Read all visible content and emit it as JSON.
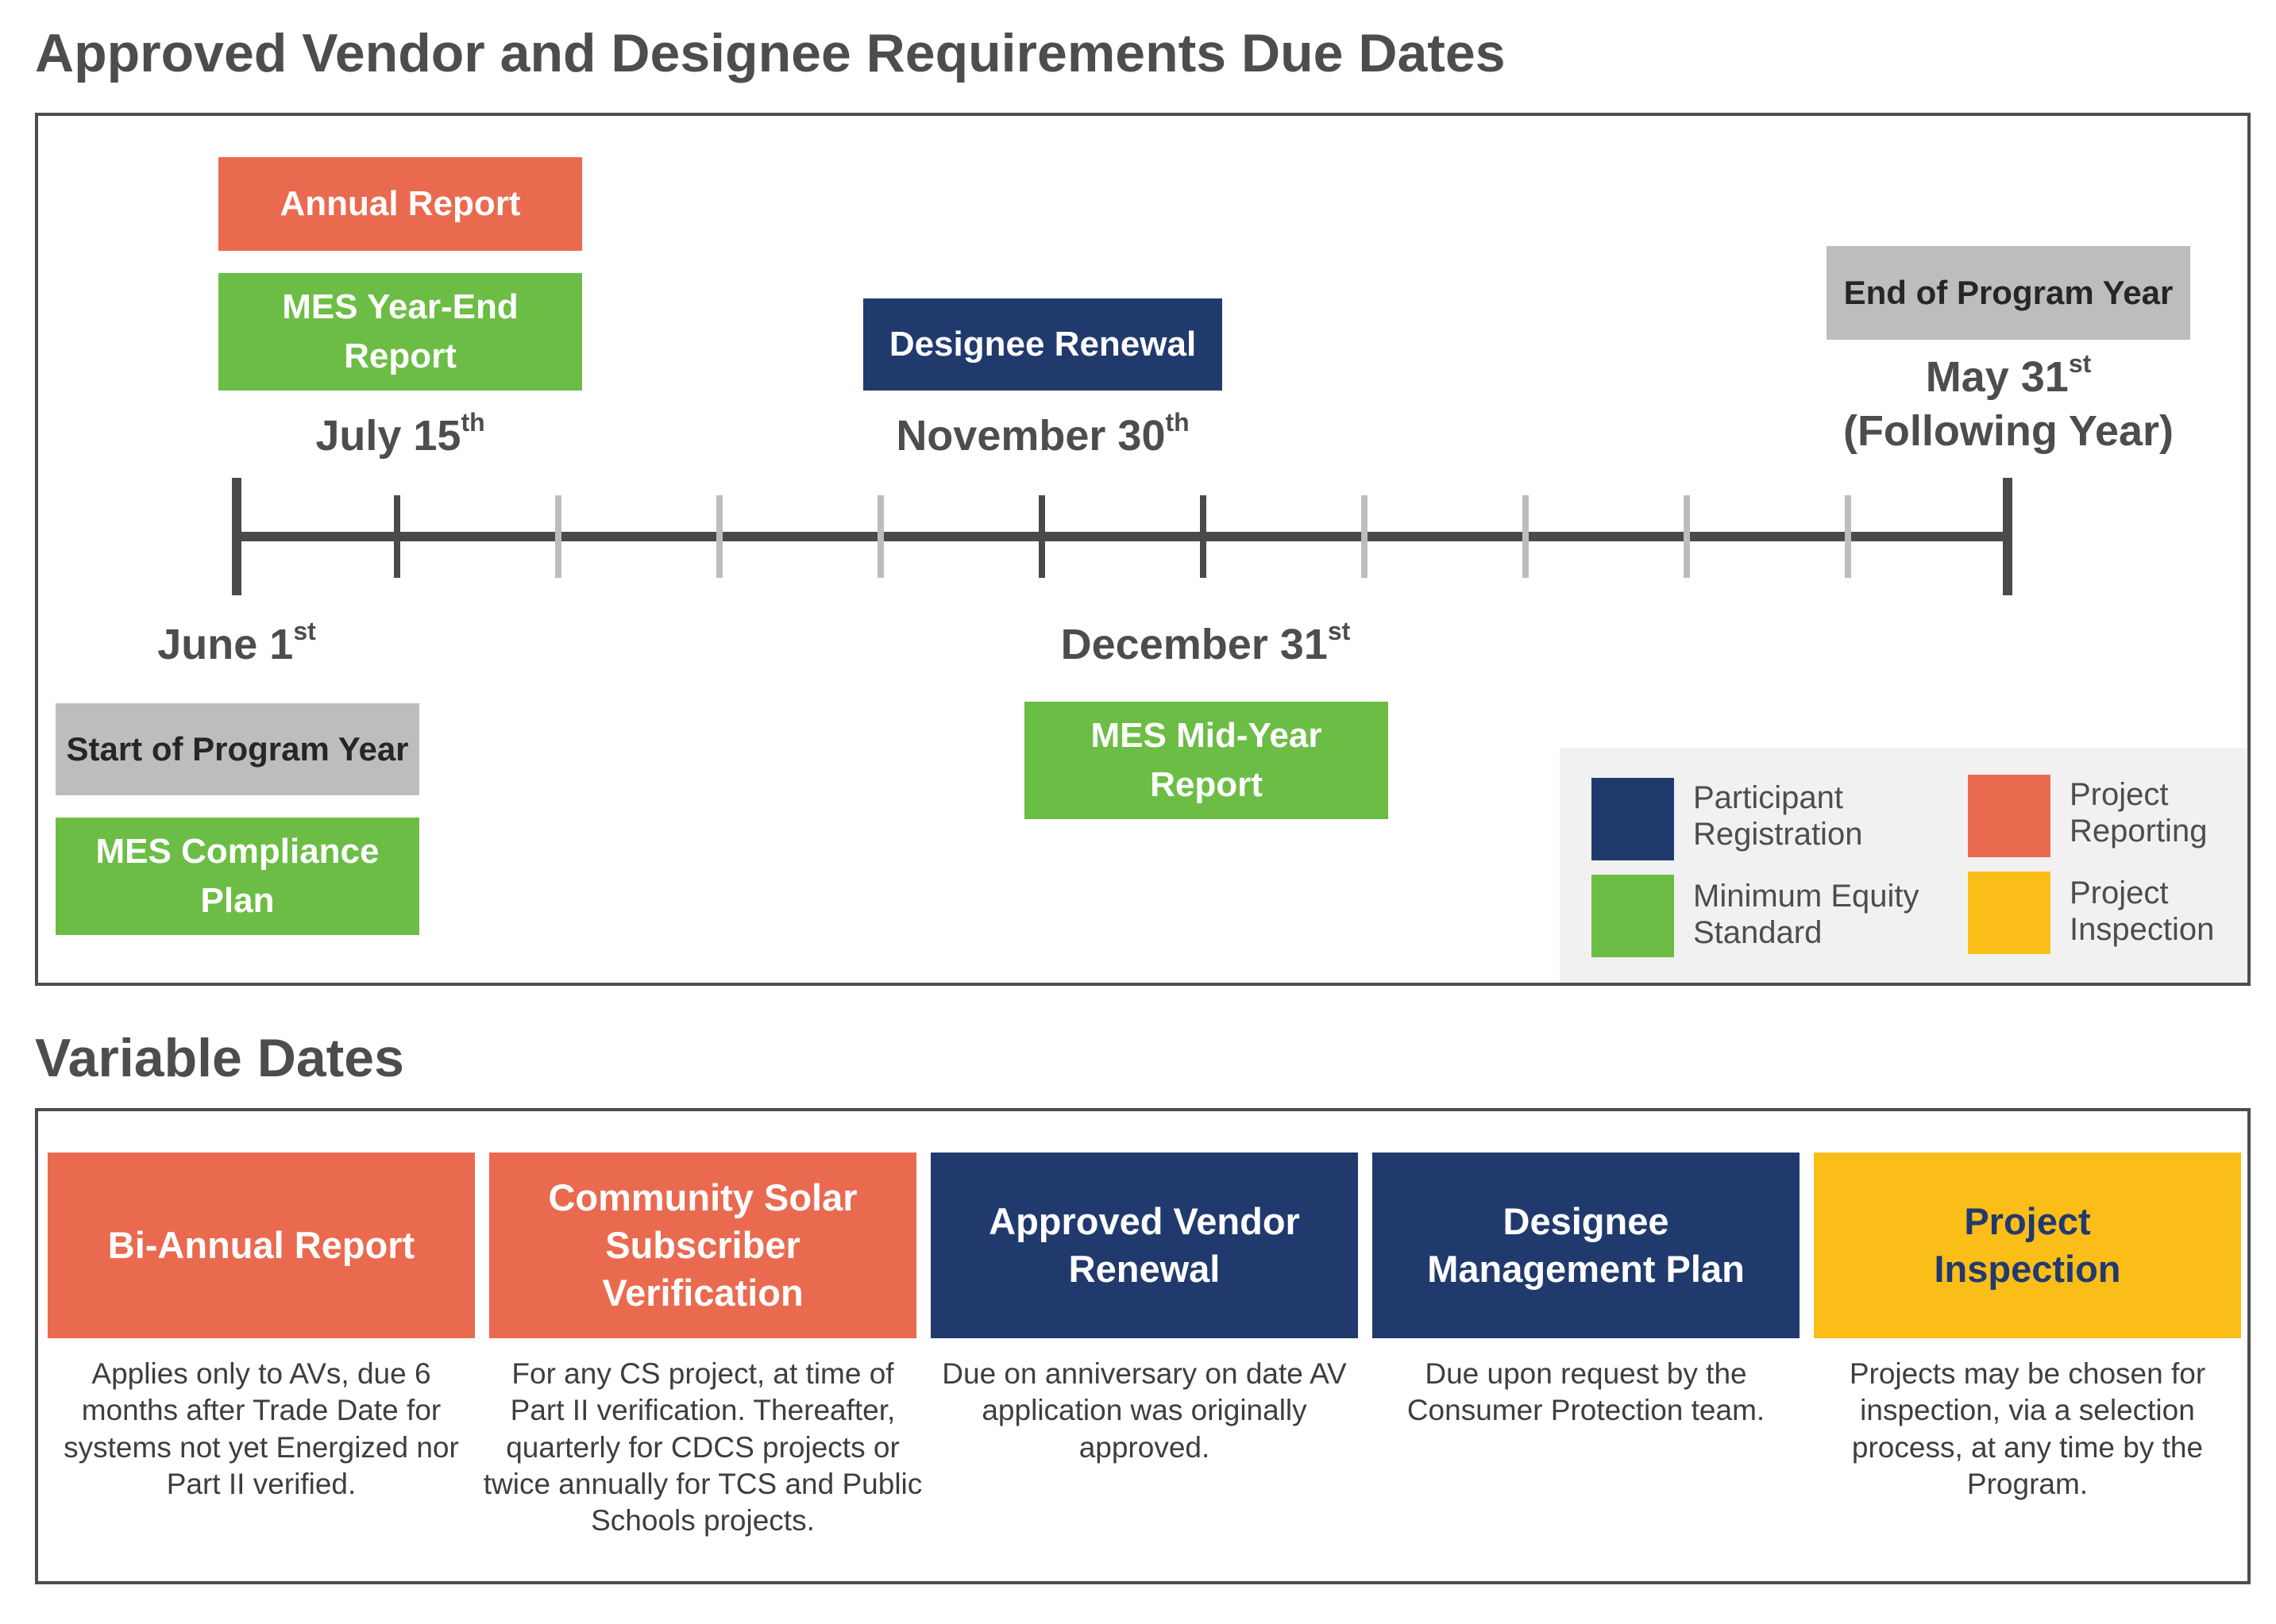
{
  "title": "Approved Vendor and Designee Requirements Due Dates",
  "timeline": {
    "events": {
      "annual_report": "Annual Report",
      "mes_year_end": "MES Year-End Report",
      "designee_renewal": "Designee Renewal",
      "end_program_year": "End of Program Year",
      "start_program_year": "Start of Program Year",
      "mes_compliance": "MES Compliance Plan",
      "mes_mid_year": "MES Mid-Year Report"
    },
    "dates": {
      "july": {
        "main": "July 15",
        "sup": "th"
      },
      "november": {
        "main": "November 30",
        "sup": "th"
      },
      "may": {
        "main": "May 31",
        "sup": "st",
        "extra": "(Following Year)"
      },
      "june": {
        "main": "June 1",
        "sup": "st"
      },
      "december": {
        "main": "December 31",
        "sup": "st"
      }
    },
    "months_shown": 11
  },
  "legend": {
    "items": [
      {
        "label": "Participant Registration",
        "color": "#213a6e"
      },
      {
        "label": "Project Reporting",
        "color": "#ea6a50"
      },
      {
        "label": "Minimum Equity Standard",
        "color": "#6cbd45"
      },
      {
        "label": "Project Inspection",
        "color": "#fbbd17"
      }
    ]
  },
  "variable": {
    "title": "Variable Dates",
    "cards": [
      {
        "title": "Bi-Annual Report",
        "desc": "Applies only to AVs, due 6 months after Trade Date for systems not yet Energized nor Part II verified.",
        "color": "#ea6a50"
      },
      {
        "title": "Community Solar Subscriber Verification",
        "desc": "For any CS project, at time of Part II verification. Thereafter, quarterly for CDCS projects or twice annually for TCS and Public Schools projects.",
        "color": "#ea6a50"
      },
      {
        "title": "Approved Vendor Renewal",
        "desc": "Due on anniversary on date AV application was originally approved.",
        "color": "#213a6e"
      },
      {
        "title": "Designee Management Plan",
        "desc": "Due upon request by the Consumer Protection team.",
        "color": "#213a6e"
      },
      {
        "title": "Project Inspection",
        "desc": "Projects may be chosen for inspection, via a selection process, at any time by the Program.",
        "color": "#fbbd17"
      }
    ]
  }
}
